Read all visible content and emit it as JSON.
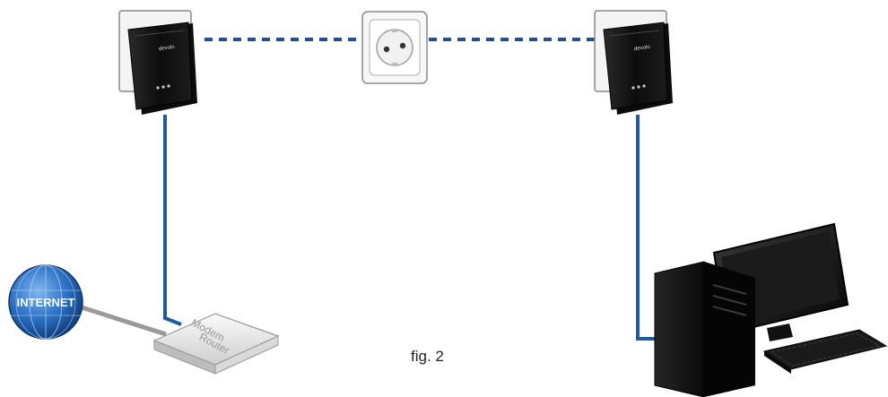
{
  "diagram": {
    "internet_label": "INTERNET",
    "router_label_line1": "Modem",
    "router_label_line2": "Router",
    "adapter_brand": "devolo",
    "caption": "fig. 2"
  },
  "colors": {
    "cable": "#1f5a9a",
    "powerline": "#24508a",
    "adapter_body": "#151515",
    "globe": "#2b6fc4"
  }
}
